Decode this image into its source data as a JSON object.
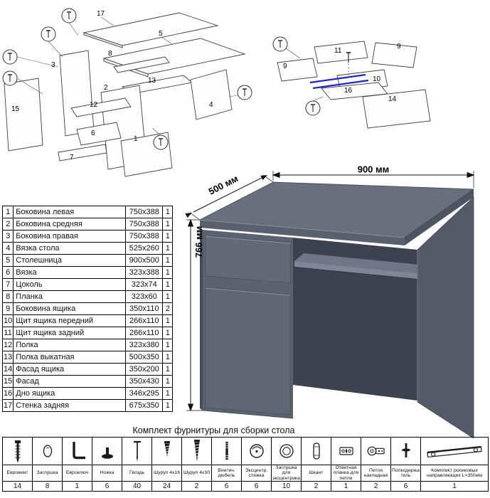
{
  "desk": {
    "dim_width": "900 мм",
    "dim_depth": "500 мм",
    "dim_height": "766 мм"
  },
  "diagram_carcass": {
    "labels": [
      "17",
      "5",
      "8",
      "3",
      "13",
      "12",
      "15",
      "6",
      "7",
      "2",
      "1",
      "4"
    ]
  },
  "diagram_drawer": {
    "labels": [
      "11",
      "9",
      "9",
      "10",
      "16",
      "14"
    ]
  },
  "parts_table": {
    "rows": [
      {
        "num": "1",
        "name": "Боковина левая",
        "size": "750x388",
        "qty": "1"
      },
      {
        "num": "2",
        "name": "Боковина средняя",
        "size": "750x388",
        "qty": "1"
      },
      {
        "num": "3",
        "name": "Боковина правая",
        "size": "750x388",
        "qty": "1"
      },
      {
        "num": "4",
        "name": "Вязка стола",
        "size": "525x260",
        "qty": "1"
      },
      {
        "num": "5",
        "name": "Столешница",
        "size": "900x500",
        "qty": "1"
      },
      {
        "num": "6",
        "name": "Вязка",
        "size": "323x388",
        "qty": "1"
      },
      {
        "num": "7",
        "name": "Цоколь",
        "size": "323x74",
        "qty": "1"
      },
      {
        "num": "8",
        "name": "Планка",
        "size": "323x60",
        "qty": "1"
      },
      {
        "num": "9",
        "name": "Боковина ящика",
        "size": "350x110",
        "qty": "2"
      },
      {
        "num": "10",
        "name": "Щит ящика передний",
        "size": "266x110",
        "qty": "1"
      },
      {
        "num": "11",
        "name": "Щит ящика задний",
        "size": "266x110",
        "qty": "1"
      },
      {
        "num": "12",
        "name": "Полка",
        "size": "323x380",
        "qty": "1"
      },
      {
        "num": "13",
        "name": "Полка выкатная",
        "size": "500x350",
        "qty": "1"
      },
      {
        "num": "14",
        "name": "Фасад ящика",
        "size": "350x200",
        "qty": "1"
      },
      {
        "num": "15",
        "name": "Фасад",
        "size": "350x430",
        "qty": "1"
      },
      {
        "num": "16",
        "name": "Дно ящика",
        "size": "346x295",
        "qty": "1"
      },
      {
        "num": "17",
        "name": "Стенка задняя",
        "size": "675x350",
        "qty": "1"
      }
    ]
  },
  "hardware": {
    "title": "Комплект фурнитуры для сборки стола",
    "items": [
      {
        "name": "Евровинт",
        "qty": "14"
      },
      {
        "name": "Заглушка",
        "qty": "8"
      },
      {
        "name": "Евроключ",
        "qty": "1"
      },
      {
        "name": "Ножка",
        "qty": "6"
      },
      {
        "name": "Гвоздь",
        "qty": "40"
      },
      {
        "name": "Шуруп 4x16",
        "qty": "24"
      },
      {
        "name": "Шуруп 4x30",
        "qty": "2"
      },
      {
        "name": "Винтич. дюбель",
        "qty": "6"
      },
      {
        "name": "Эксцентр. стяжка",
        "qty": "6"
      },
      {
        "name": "Заглушка для эксцентрика",
        "qty": "10"
      },
      {
        "name": "Шкант",
        "qty": "2"
      },
      {
        "name": "Ответная планка для петли",
        "qty": "1"
      },
      {
        "name": "Петля накладная",
        "qty": "2"
      },
      {
        "name": "Полкодержатель",
        "qty": "6"
      },
      {
        "name": "Комплект роликовых направляющих L=350мм",
        "qty": "1"
      }
    ]
  }
}
